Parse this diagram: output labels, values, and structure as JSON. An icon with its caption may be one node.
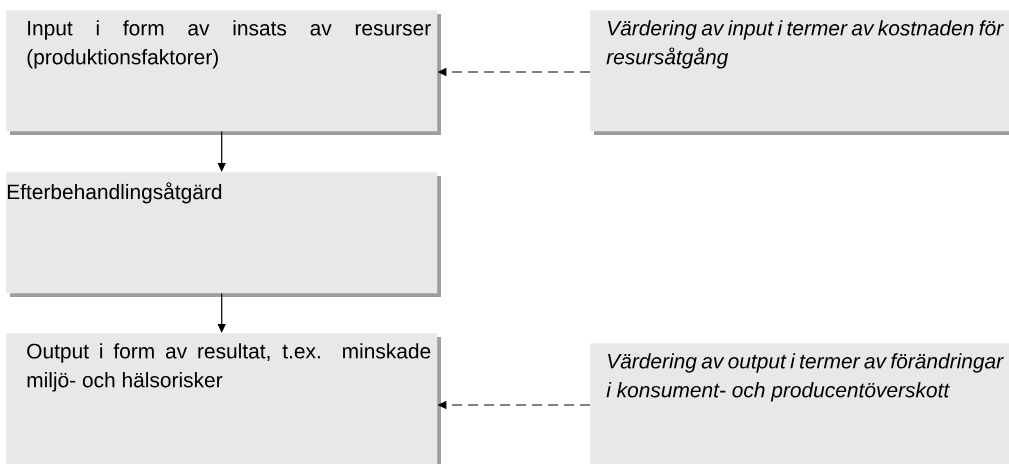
{
  "diagram": {
    "nodes": [
      {
        "text": [
          "Input i form av insats av resurser (produktionsfaktorer)"
        ]
      },
      {
        "text": [
          "Efterbehandlingsåtgärd"
        ]
      },
      {
        "text": [
          "Output i form av resultat, t.ex. minskade miljö- och hälsorisker"
        ]
      },
      {
        "text": [
          "Värdering av input i termer av kostnaden för resursåtgång"
        ]
      },
      {
        "text": [
          "Värdering av output i termer av förändringar i konsument- och producentöverskott"
        ]
      }
    ],
    "edges": [
      {
        "from": 0,
        "to": 1,
        "arrow": "to"
      },
      {
        "from": 1,
        "to": 2,
        "arrow": "to"
      },
      {
        "from": 3,
        "to": 0,
        "arrow": "to",
        "style": "dashed"
      },
      {
        "from": 4,
        "to": 2,
        "arrow": "to",
        "style": "dashed"
      }
    ]
  }
}
